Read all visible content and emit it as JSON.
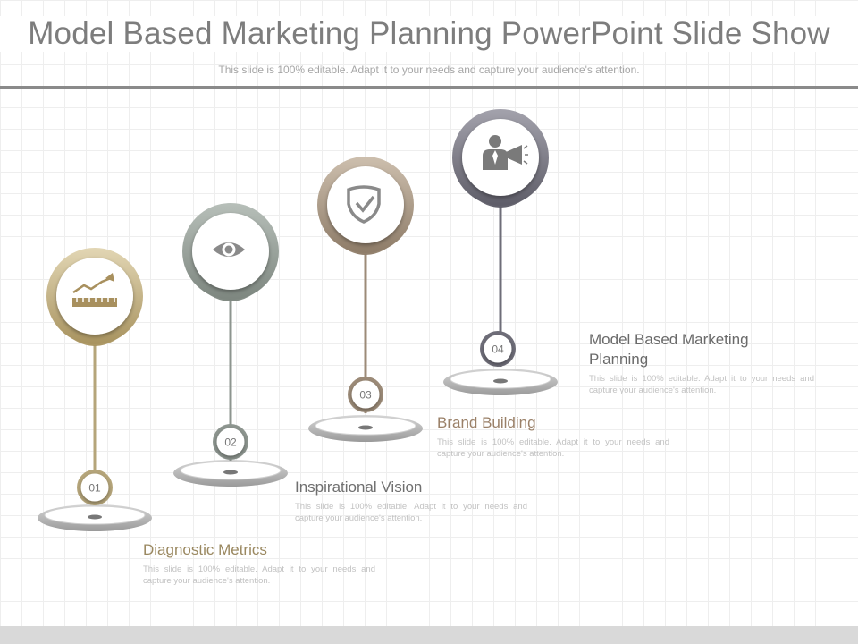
{
  "slide": {
    "title": "Model Based Marketing Planning PowerPoint Slide Show",
    "subtitle": "This slide is 100% editable. Adapt it to your needs and capture your audience's attention."
  },
  "steps": [
    {
      "number": "01",
      "title": "Diagnostic Metrics",
      "description": "This slide is 100% editable. Adapt it to your needs and capture your audience's attention.",
      "color": "#b5a57a",
      "title_color": "#9a8860",
      "icon": "growth-chart-icon"
    },
    {
      "number": "02",
      "title": "Inspirational Vision",
      "description": "This slide is 100% editable. Adapt it to your needs and capture your audience's attention.",
      "color": "#8d958f",
      "title_color": "#6f6f6f",
      "icon": "eye-icon"
    },
    {
      "number": "03",
      "title": "Brand Building",
      "description": "This slide is 100% editable. Adapt it to your needs and capture your audience's attention.",
      "color": "#9c8b78",
      "title_color": "#9a8068",
      "icon": "shield-check-icon"
    },
    {
      "number": "04",
      "title": "Model Based Marketing Planning",
      "description": "This slide is 100% editable. Adapt it to your needs and capture your audience's attention.",
      "color": "#6e6d78",
      "title_color": "#6a6a6a",
      "icon": "businessman-megaphone-icon"
    }
  ]
}
